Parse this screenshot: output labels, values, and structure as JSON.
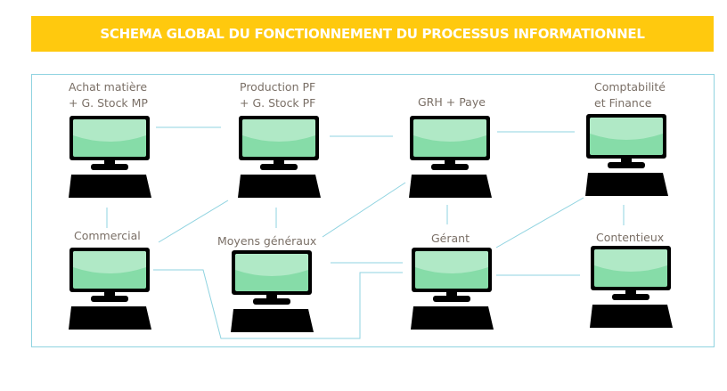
{
  "title": "SCHEMA GLOBAL DU FONCTIONNEMENT DU PROCESSUS INFORMATIONNEL",
  "colors": {
    "banner": "#FFC90E",
    "line": "#8fd3e0",
    "screen_top": "#b0e9c6",
    "screen_bottom": "#86dca8"
  },
  "nodes": [
    {
      "line1": "Achat matière",
      "line2": "+ G. Stock MP"
    },
    {
      "line1": "Production PF",
      "line2": "+ G. Stock PF"
    },
    {
      "line1": "GRH + Paye",
      "line2": ""
    },
    {
      "line1": "Comptabilité",
      "line2": "et Finance"
    },
    {
      "line1": "Commercial",
      "line2": ""
    },
    {
      "line1": "Moyens généraux",
      "line2": ""
    },
    {
      "line1": "Gérant",
      "line2": ""
    },
    {
      "line1": "Contentieux",
      "line2": ""
    }
  ]
}
